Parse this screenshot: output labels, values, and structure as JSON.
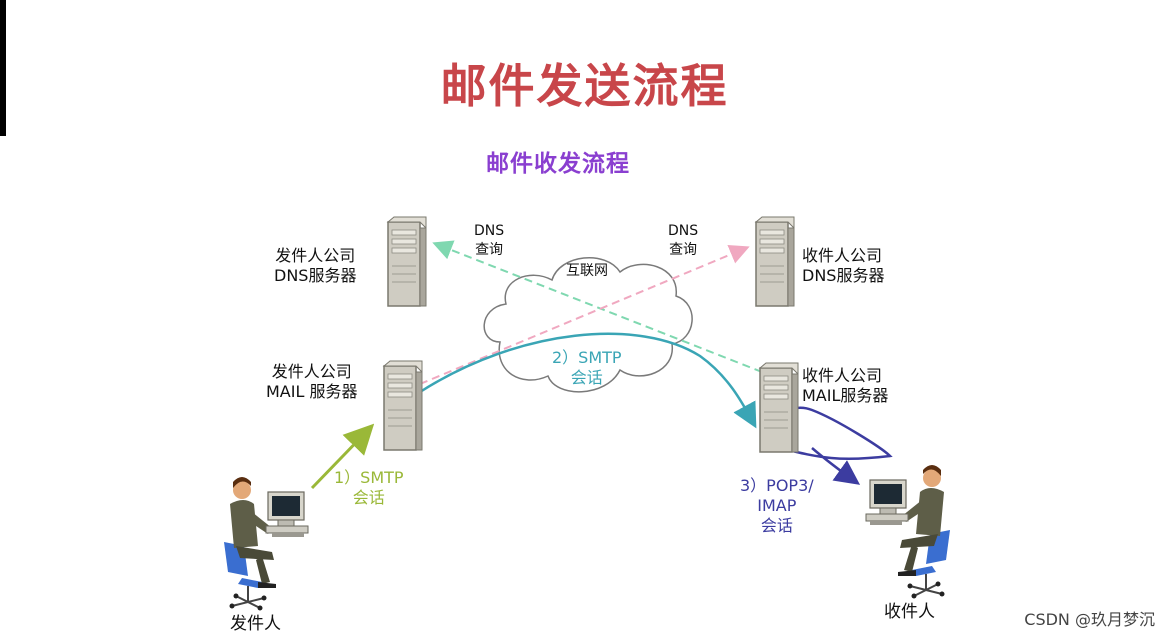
{
  "title": "邮件发送流程",
  "subtitle": "邮件收发流程",
  "internet": "互联网",
  "sender_dns": {
    "line1": "发件人公司",
    "line2": "DNS服务器"
  },
  "receiver_dns": {
    "line1": "收件人公司",
    "line2": "DNS服务器"
  },
  "sender_mail": {
    "line1": "发件人公司",
    "line2": "MAIL 服务器"
  },
  "receiver_mail": {
    "line1": "收件人公司",
    "line2": "MAIL服务器"
  },
  "dns_query_left": {
    "line1": "DNS",
    "line2": "查询"
  },
  "dns_query_right": {
    "line1": "DNS",
    "line2": "查询"
  },
  "step1": {
    "line1": "1）SMTP",
    "line2": "会话"
  },
  "step2": {
    "line1": "2）SMTP",
    "line2": "会话"
  },
  "step3": {
    "line1": "3）POP3/",
    "line2": "IMAP",
    "line3": "会话"
  },
  "sender": "发件人",
  "receiver": "收件人",
  "watermark": "CSDN @玖月梦沉",
  "colors": {
    "title": "#c8464a",
    "subtitle": "#8a3fd0",
    "step1": "#9ab838",
    "step2": "#3aa5b5",
    "step3": "#3c3ca0",
    "dns_left_dashed": "#7fd8b0",
    "dns_right_dashed": "#f0a8c0"
  }
}
